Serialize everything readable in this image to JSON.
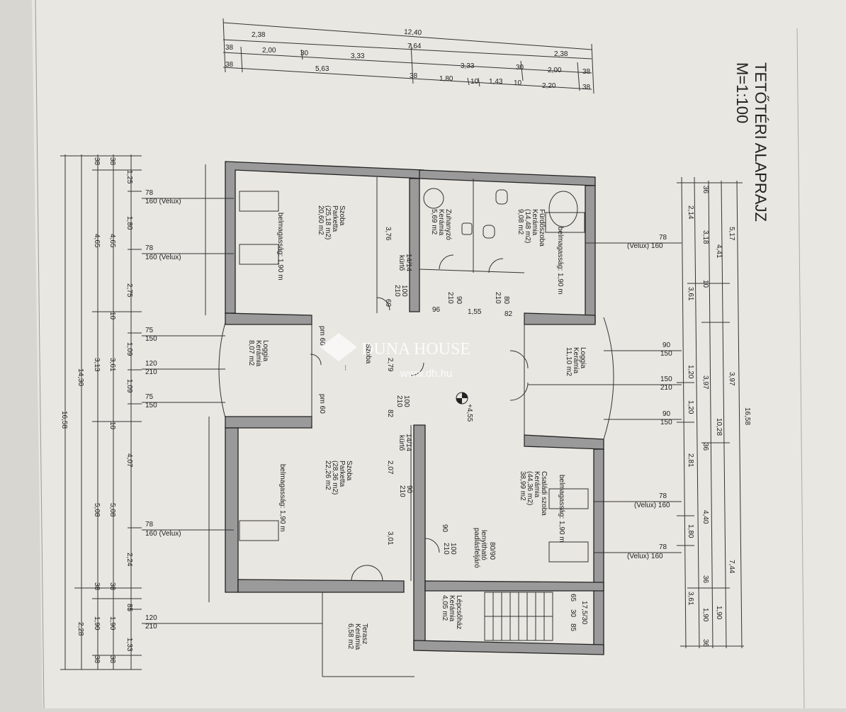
{
  "title": {
    "line1": "TETŐTÉRI ALAPRAJZ",
    "line2": "M=1:100"
  },
  "watermark": {
    "brand": "DUNA HOUSE",
    "url": "www.dh.hu"
  },
  "spot_level": "+4,55",
  "top_dims": {
    "row1": [
      "12,40"
    ],
    "row2": [
      "2,38",
      "7,64",
      "2,38"
    ],
    "row3": [
      "38",
      "2,00",
      "30",
      "3,33",
      "3,33",
      "30",
      "2,00",
      "38"
    ],
    "row4": [
      "38",
      "5,63",
      "38",
      "1,80",
      "10",
      "1,43",
      "10",
      "2,20",
      "38"
    ]
  },
  "left_dims": {
    "row1": [
      "16,58"
    ],
    "row2": [
      "14,30",
      "2,28"
    ],
    "row3": [
      "38",
      "4,65",
      "3,13",
      "5,08",
      "38",
      "1,90",
      "38"
    ],
    "row4": [
      "38",
      "4,65",
      "10",
      "3,61",
      "10",
      "5,08",
      "38",
      "1,90",
      "38"
    ],
    "row5": [
      "1,25",
      "1,80",
      "2,75",
      "1,09",
      "1,09",
      "4,07",
      "2,24",
      "85",
      "1,33"
    ]
  },
  "right_dims": {
    "row1": [
      "16,58"
    ],
    "row2": [
      "5,17",
      "3,97",
      "7,44"
    ],
    "row3": [
      "4,41",
      "10,28",
      "1,90"
    ],
    "row4": [
      "36",
      "3,18",
      "10",
      "3,97",
      "36",
      "4,40",
      "36",
      "1,90",
      "36"
    ],
    "row5": [
      "2,14",
      "3,61",
      "1,20",
      "1,20",
      "2,81",
      "1,80",
      "3,61"
    ]
  },
  "rooms": [
    {
      "name": "Szoba",
      "floor": "Parketta",
      "area1": "(25,18 m2)",
      "area2": "20,60 m2",
      "height": "belmagasság: 1,90 m"
    },
    {
      "name": "Zuhanyzó",
      "floor": "Kerámia",
      "area2": "5,69 m2"
    },
    {
      "name": "Fürdőszoba",
      "floor": "Kerámia",
      "area1": "(14,48 m2)",
      "area2": "9,08 m2",
      "height": "belmagasság: 1,90 m"
    },
    {
      "name": "Loggia",
      "floor": "Kerámia",
      "area2": "8,07 m2"
    },
    {
      "name": "Loggia",
      "floor": "Kerámia",
      "area2": "11,10 m2"
    },
    {
      "name": "Szoba",
      "floor": "Parketta",
      "area1": "(28,36 m2)",
      "area2": "22,26 m2",
      "height": "belmagasság: 1,90 m"
    },
    {
      "name": "Családi szoba",
      "floor": "Kerámia",
      "area1": "(44,36 m2)",
      "area2": "38,99 m2",
      "height": "belmagasság: 1,90 m"
    },
    {
      "name": "Lépcsőház",
      "floor": "Kerámia",
      "area2": "4,05 m2"
    },
    {
      "name": "Terasz",
      "floor": "Kerámia",
      "area2": "6,58 m2"
    },
    {
      "name": "Szoba",
      "area2": "..."
    }
  ],
  "window_labels": [
    "78",
    "160 (Velux)",
    "78",
    "160 (Velux)",
    "75",
    "150",
    "120",
    "210",
    "75",
    "150",
    "78",
    "160 (Velux)",
    "120",
    "210",
    "90",
    "150",
    "150",
    "210",
    "90",
    "150",
    "78",
    "(Velux) 160",
    "78",
    "(Velux) 160",
    "78",
    "(Velux) 160"
  ],
  "door_labels": [
    "100",
    "210",
    "90",
    "210",
    "80",
    "210",
    "96",
    "1,55",
    "82",
    "100",
    "210",
    "82",
    "90",
    "210",
    "90",
    "100",
    "210",
    "pm 60",
    "pm 60",
    "14/14",
    "kürtő",
    "14/14",
    "kürtő",
    "3,76",
    "69",
    "2,79",
    "2,07",
    "3,01",
    "17,5/30",
    "65",
    "30",
    "85",
    "80/90",
    "lenyitható",
    "padlásfeljáró"
  ]
}
